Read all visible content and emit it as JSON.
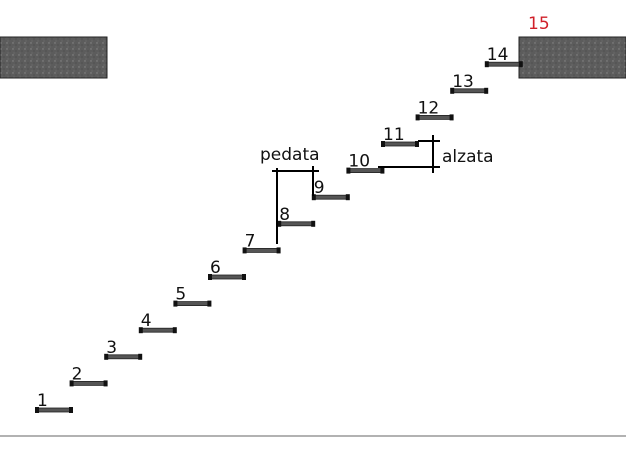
{
  "steps": [
    "1",
    "2",
    "3",
    "4",
    "5",
    "6",
    "7",
    "8",
    "9",
    "10",
    "11",
    "12",
    "13",
    "14"
  ],
  "landing_label": "15",
  "pedata_label": "pedata",
  "alzata_label": "alzata",
  "colors": {
    "landing_label": "#d0202a",
    "tread": "#555555",
    "block": "#5a5a5a",
    "ground": "#999999"
  }
}
